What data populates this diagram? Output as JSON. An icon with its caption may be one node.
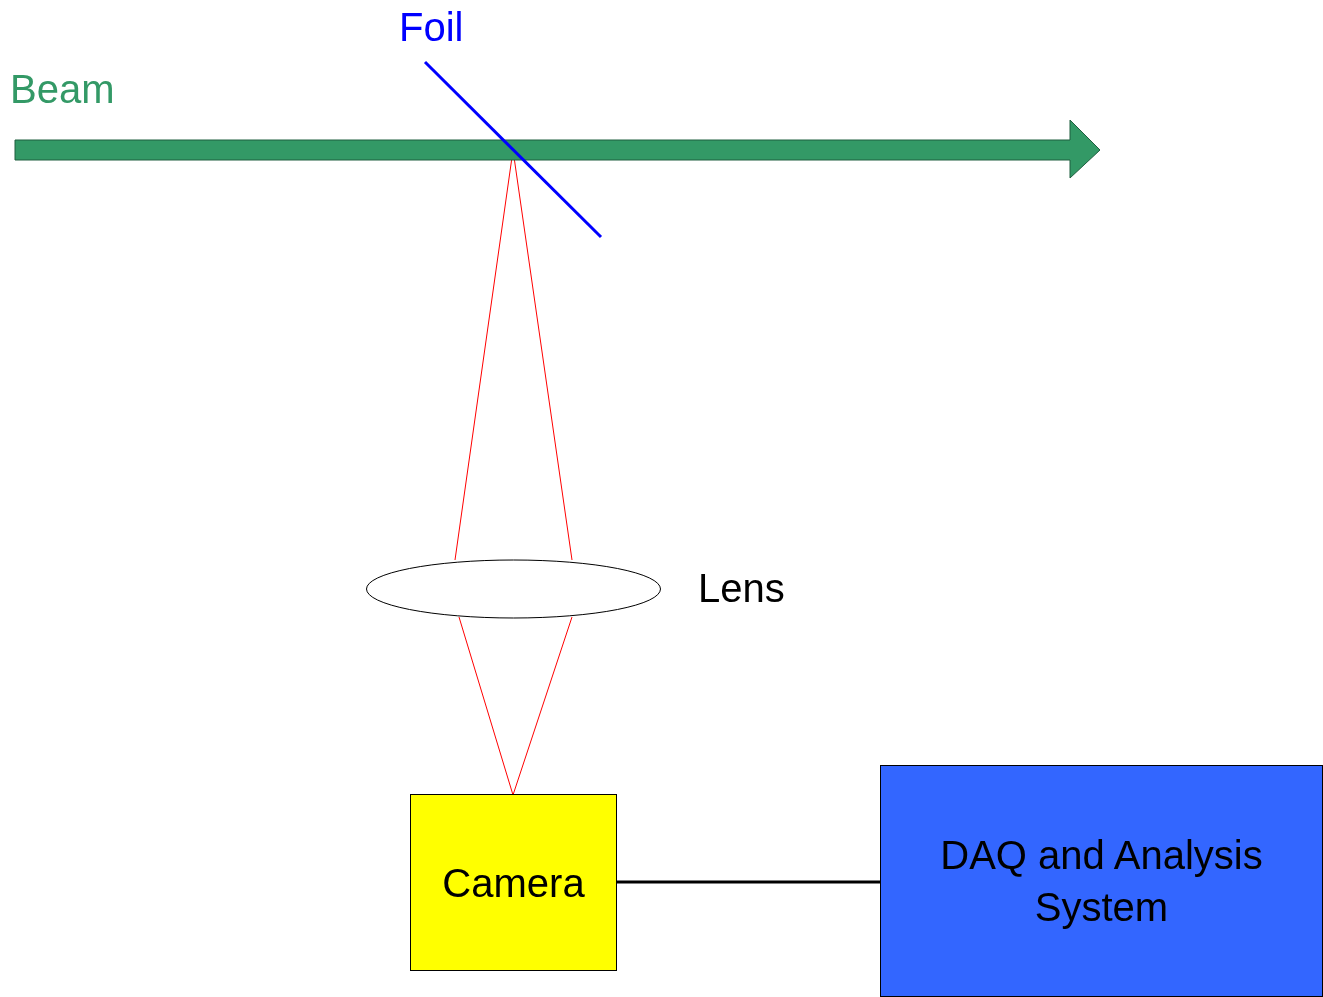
{
  "diagram": {
    "nodes": [
      {
        "text": [],
        "shape": "arrow",
        "beside": [
          "Beam"
        ]
      },
      {
        "text": [],
        "shape": "line",
        "beside": [
          "Foil"
        ]
      },
      {
        "text": [],
        "shape": "ellipse",
        "beside": [
          "Lens"
        ]
      },
      {
        "text": [
          "Camera"
        ]
      },
      {
        "text": [
          "DAQ and Analysis System"
        ]
      }
    ],
    "edges": [
      {
        "from": 1,
        "to": 2,
        "arrow": "none",
        "color": "#ff0000"
      },
      {
        "from": 1,
        "to": 2,
        "arrow": "none",
        "color": "#ff0000"
      },
      {
        "from": 2,
        "to": 3,
        "arrow": "none",
        "color": "#ff0000"
      },
      {
        "from": 2,
        "to": 3,
        "arrow": "none",
        "color": "#ff0000"
      },
      {
        "from": 3,
        "to": 4,
        "arrow": "none",
        "style": "thick",
        "color": "#000000"
      }
    ]
  }
}
